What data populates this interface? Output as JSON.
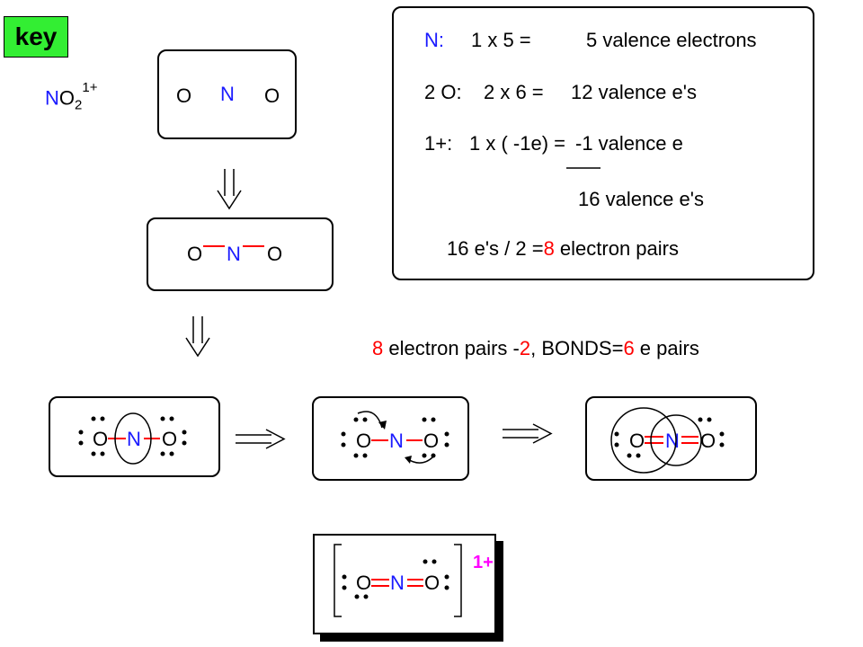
{
  "key_label": "key",
  "formula": {
    "n": "N",
    "o": "O",
    "sub": "2",
    "charge": "1+"
  },
  "atoms": {
    "o": "O",
    "n": "N"
  },
  "count_box": {
    "row1": {
      "atom": "N:",
      "calc": "1 x 5 =",
      "result": "5 valence electrons"
    },
    "row2": {
      "atom": "2 O:",
      "calc": "2 x 6 =",
      "result": "12  valence e's"
    },
    "row3": {
      "atom": "1+:",
      "calc": "1 x ( -1e) =",
      "result": "-1 valence e"
    },
    "total": "16  valence e's",
    "pairs_prefix": "16 e's / 2 =",
    "pairs_num": "8",
    "pairs_suffix": " electron  pairs"
  },
  "pairs_line": {
    "a_num": "8",
    "a_text": " electron  pairs -",
    "b_num": "2",
    "b_text": ", BONDS=",
    "c_num": "6",
    "c_text": " e pairs"
  },
  "final_charge": "1+",
  "colors": {
    "nitrogen": "#1a1aff",
    "bond": "#ff0000",
    "charge": "#ff00ff",
    "key_bg": "#33ee33"
  },
  "arrows": {
    "down": "double-down-arrow",
    "right": "double-right-arrow"
  }
}
